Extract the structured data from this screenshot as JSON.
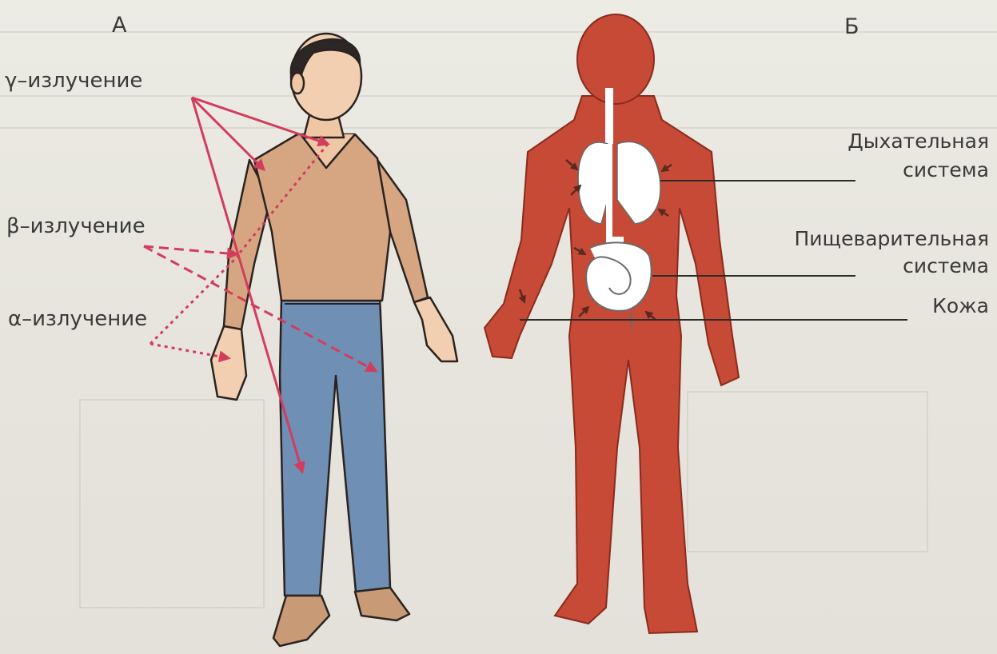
{
  "panel_a": {
    "letter": "А"
  },
  "panel_b": {
    "letter": "Б"
  },
  "radiation": {
    "gamma": "γ–излучение",
    "beta": "β–излучение",
    "alpha": "α–излучение"
  },
  "organs": {
    "respiratory_line1": "Дыхательная",
    "respiratory_line2": "система",
    "digestive_line1": "Пищеварительная",
    "digestive_line2": "система",
    "skin": "Кожа"
  },
  "colors": {
    "arrow": "#d23d5e",
    "body_red": "#c64a35",
    "sweater": "#d6a682",
    "jeans": "#6f8fb4",
    "lungs": "#ffffff",
    "text": "#3a3a3a"
  }
}
